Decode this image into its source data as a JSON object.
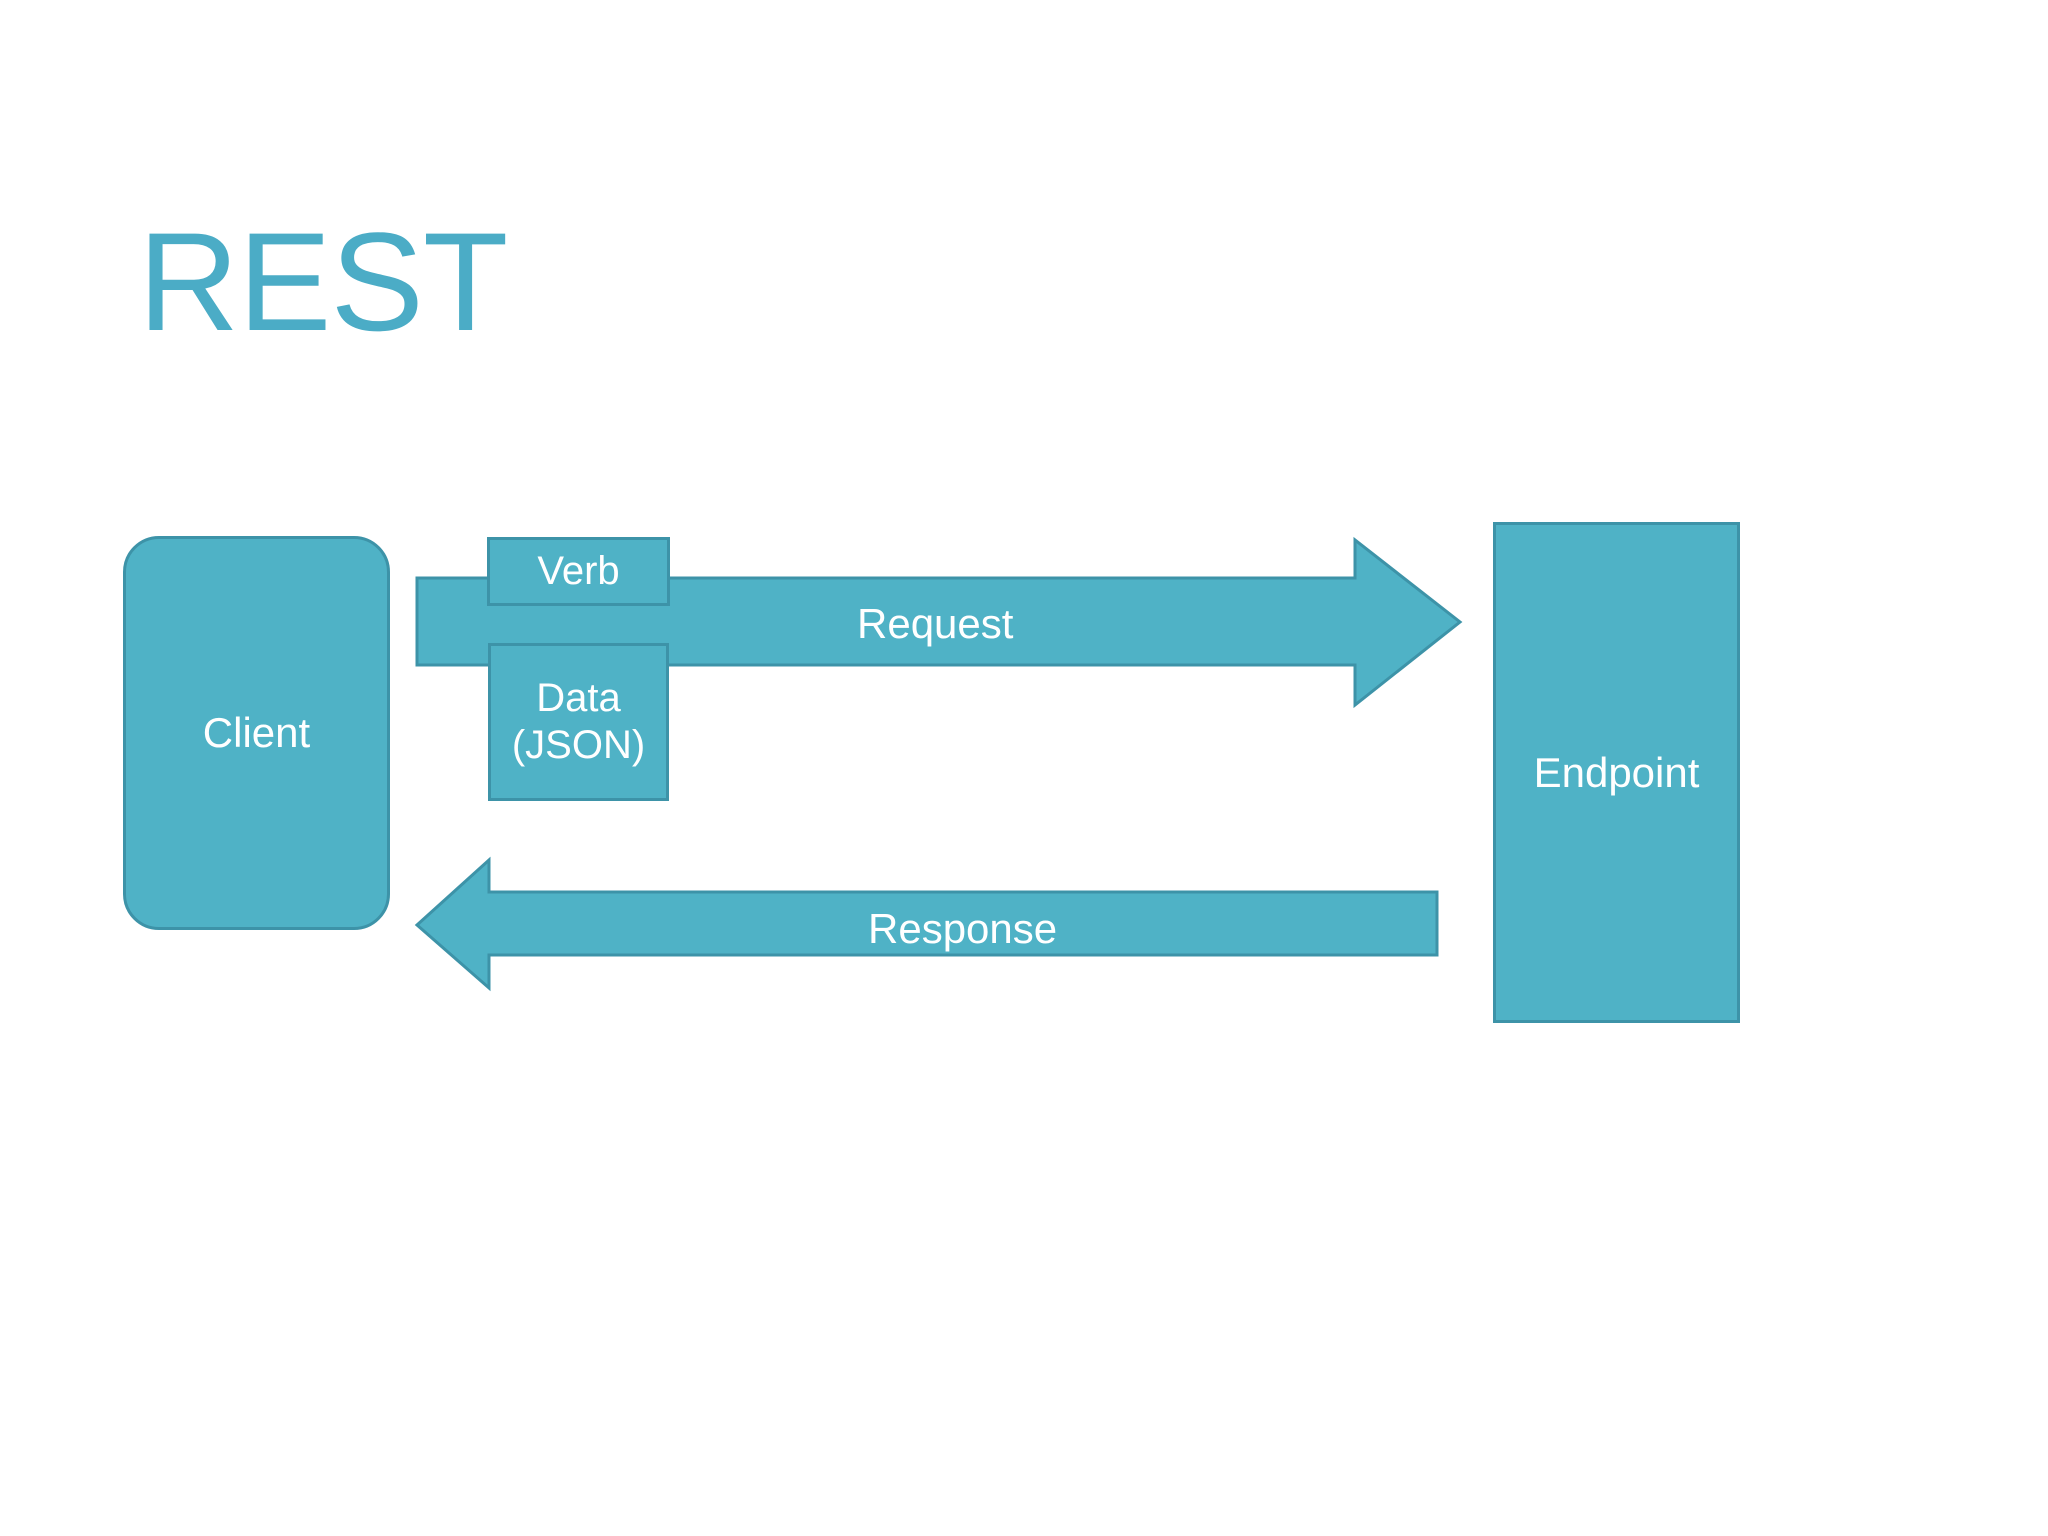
{
  "slide": {
    "title": "REST",
    "background_color": "#FFFFFF",
    "title_color": "#4BACC6",
    "shape_fill_color": "#4FB2C6",
    "shape_border_color": "#3D93A8",
    "shape_text_color": "#FFFFFF"
  },
  "diagram": {
    "nodes": [
      {
        "id": "client",
        "label": "Client",
        "shape": "rounded-rectangle"
      },
      {
        "id": "endpoint",
        "label": "Endpoint",
        "shape": "rectangle"
      }
    ],
    "tags": [
      {
        "id": "verb",
        "label": "Verb",
        "shape": "rectangle"
      },
      {
        "id": "data",
        "label": "Data\n(JSON)",
        "shape": "rectangle"
      }
    ],
    "arrows": [
      {
        "id": "request",
        "label": "Request",
        "direction": "right",
        "from": "client",
        "to": "endpoint"
      },
      {
        "id": "response",
        "label": "Response",
        "direction": "left",
        "from": "endpoint",
        "to": "client"
      }
    ]
  }
}
